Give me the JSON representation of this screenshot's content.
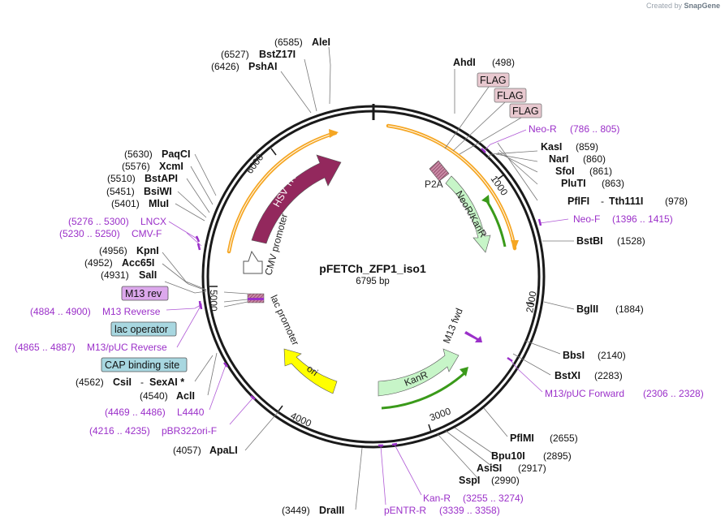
{
  "watermark": {
    "prefix": "Created by",
    "brand": "SnapGene"
  },
  "plasmid": {
    "name": "pFETCh_ZFP1_iso1",
    "size": "6795 bp",
    "bp": 6795
  },
  "colors": {
    "backbone": "#1a1a1a",
    "hsv_tk": "#93285d",
    "neo_kan": "#c7f5c8",
    "ori": "#ffff00",
    "cmv": "#ffffff",
    "primer": "#9b30c9",
    "flag_box": "#e8c8cf",
    "m13rev_box": "#dca8ec",
    "lacop_box": "#a8d7e0",
    "cap_box": "#a8d7e0",
    "orange_arc": "#f5a623",
    "green_arc": "#3a9a1a"
  },
  "ticks": [
    "1000",
    "2000",
    "3000",
    "4000",
    "5000",
    "6000"
  ],
  "features": [
    {
      "label": "HSV TK",
      "type": "cds",
      "icon": "arrow"
    },
    {
      "label": "CMV promoter",
      "type": "promoter",
      "icon": "arrow"
    },
    {
      "label": "NeoR/KanR",
      "type": "cds",
      "icon": "arrow"
    },
    {
      "label": "KanR",
      "type": "cds",
      "icon": "arrow"
    },
    {
      "label": "ori",
      "type": "rep_origin",
      "icon": "arrow"
    },
    {
      "label": "lac promoter",
      "type": "promoter",
      "icon": "arrow"
    },
    {
      "label": "M13 fwd",
      "type": "primer_bind",
      "icon": "arrow"
    },
    {
      "label": "P2A",
      "type": "misc",
      "icon": "hatched-box"
    }
  ],
  "sites": {
    "alei": {
      "pos": "(6585)",
      "name": "AleI"
    },
    "bstz17i": {
      "pos": "(6527)",
      "name": "BstZ17I"
    },
    "pshai": {
      "pos": "(6426)",
      "name": "PshAI"
    },
    "ahdi": {
      "name": "AhdI",
      "pos": "(498)"
    },
    "kasi": {
      "name": "KasI",
      "pos": "(859)"
    },
    "nari": {
      "name": "NarI",
      "pos": "(860)"
    },
    "sfoi": {
      "name": "SfoI",
      "pos": "(861)"
    },
    "pluti": {
      "name": "PluTI",
      "pos": "(863)"
    },
    "pflfi": {
      "name": "PflFI",
      "name2": "Tth111I",
      "pos": "(978)"
    },
    "bstbi": {
      "name": "BstBI",
      "pos": "(1528)"
    },
    "bglii": {
      "name": "BglII",
      "pos": "(1884)"
    },
    "bbsi": {
      "name": "BbsI",
      "pos": "(2140)"
    },
    "bstxi": {
      "name": "BstXI",
      "pos": "(2283)"
    },
    "pflmi": {
      "name": "PflMI",
      "pos": "(2655)"
    },
    "bpu10i": {
      "name": "Bpu10I",
      "pos": "(2895)"
    },
    "asisi": {
      "name": "AsiSI",
      "pos": "(2917)"
    },
    "sspi": {
      "name": "SspI",
      "pos": "(2990)"
    },
    "draiii": {
      "pos": "(3449)",
      "name": "DraIII"
    },
    "apali": {
      "pos": "(4057)",
      "name": "ApaLI"
    },
    "acli": {
      "pos": "(4540)",
      "name": "AclI"
    },
    "csii": {
      "pos": "(4562)",
      "name": "CsiI",
      "name2": "SexAI *"
    },
    "sali": {
      "pos": "(4931)",
      "name": "SalI"
    },
    "acc65i": {
      "pos": "(4952)",
      "name": "Acc65I"
    },
    "kpni": {
      "pos": "(4956)",
      "name": "KpnI"
    },
    "mlui": {
      "pos": "(5401)",
      "name": "MluI"
    },
    "bsiwi": {
      "pos": "(5451)",
      "name": "BsiWI"
    },
    "bstapi": {
      "pos": "(5510)",
      "name": "BstAPI"
    },
    "xcmi": {
      "pos": "(5576)",
      "name": "XcmI"
    },
    "paqci": {
      "pos": "(5630)",
      "name": "PaqCI"
    }
  },
  "primers": {
    "neo_r": {
      "name": "Neo-R",
      "range": "(786 .. 805)"
    },
    "neo_f": {
      "name": "Neo-F",
      "range": "(1396 .. 1415)"
    },
    "m13puc_fwd": {
      "name": "M13/pUC Forward",
      "range": "(2306 .. 2328)"
    },
    "kan_r": {
      "name": "Kan-R",
      "range": "(3255 .. 3274)"
    },
    "pentr_r": {
      "name": "pENTR-R",
      "range": "(3339 .. 3358)"
    },
    "pbr322ori_f": {
      "range": "(4216 .. 4235)",
      "name": "pBR322ori-F"
    },
    "l4440": {
      "range": "(4469 .. 4486)",
      "name": "L4440"
    },
    "m13puc_rev": {
      "range": "(4865 .. 4887)",
      "name": "M13/pUC Reverse"
    },
    "m13_reverse": {
      "range": "(4884 .. 4900)",
      "name": "M13 Reverse"
    },
    "cmv_f": {
      "range": "(5230 .. 5250)",
      "name": "CMV-F"
    },
    "lncx": {
      "range": "(5276 .. 5300)",
      "name": "LNCX"
    }
  },
  "boxed": {
    "flag1": "FLAG",
    "flag2": "FLAG",
    "flag3": "FLAG",
    "m13rev": "M13 rev",
    "lacop": "lac operator",
    "cap": "CAP binding site"
  }
}
